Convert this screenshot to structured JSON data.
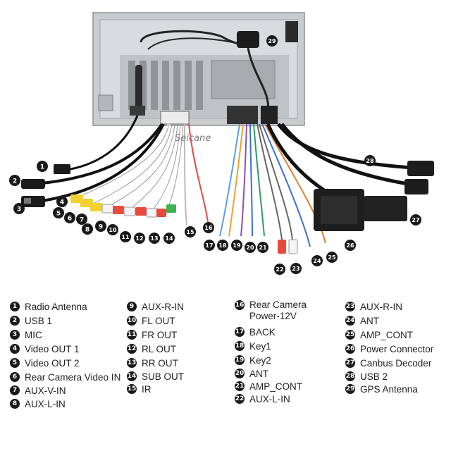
{
  "watermark": "Seicane",
  "callouts": [
    "1",
    "2",
    "3",
    "4",
    "5",
    "6",
    "7",
    "8",
    "9",
    "10",
    "11",
    "12",
    "13",
    "14",
    "15",
    "16",
    "17",
    "18",
    "19",
    "20",
    "21",
    "22",
    "23",
    "24",
    "25",
    "26",
    "27",
    "28",
    "29"
  ],
  "legend": {
    "col1": [
      {
        "num": "1",
        "label": "Radio Antenna"
      },
      {
        "num": "2",
        "label": "USB 1"
      },
      {
        "num": "3",
        "label": "MIC"
      },
      {
        "num": "4",
        "label": "Video OUT 1"
      },
      {
        "num": "5",
        "label": "Video OUT 2"
      },
      {
        "num": "6",
        "label": "Rear Camera Video IN"
      },
      {
        "num": "7",
        "label": "AUX-V-IN"
      },
      {
        "num": "8",
        "label": "AUX-L-IN"
      }
    ],
    "col2": [
      {
        "num": "9",
        "label": "AUX-R-IN"
      },
      {
        "num": "10",
        "label": "FL OUT"
      },
      {
        "num": "11",
        "label": "FR OUT"
      },
      {
        "num": "12",
        "label": "RL OUT"
      },
      {
        "num": "13",
        "label": "RR OUT"
      },
      {
        "num": "14",
        "label": "SUB OUT"
      },
      {
        "num": "15",
        "label": "IR"
      }
    ],
    "col3": [
      {
        "num": "16",
        "label": "Rear Camera Power-12V"
      },
      {
        "num": "17",
        "label": "BACK"
      },
      {
        "num": "18",
        "label": "Key1"
      },
      {
        "num": "19",
        "label": "Key2"
      },
      {
        "num": "20",
        "label": "ANT"
      },
      {
        "num": "21",
        "label": "AMP_CONT"
      },
      {
        "num": "22",
        "label": "AUX-L-IN"
      }
    ],
    "col4": [
      {
        "num": "23",
        "label": "AUX-R-IN"
      },
      {
        "num": "24",
        "label": "ANT"
      },
      {
        "num": "25",
        "label": "AMP_CONT"
      },
      {
        "num": "26",
        "label": "Power Connector"
      },
      {
        "num": "27",
        "label": "Canbus Decoder"
      },
      {
        "num": "28",
        "label": "USB 2"
      },
      {
        "num": "29",
        "label": "GPS Antenna"
      }
    ]
  }
}
